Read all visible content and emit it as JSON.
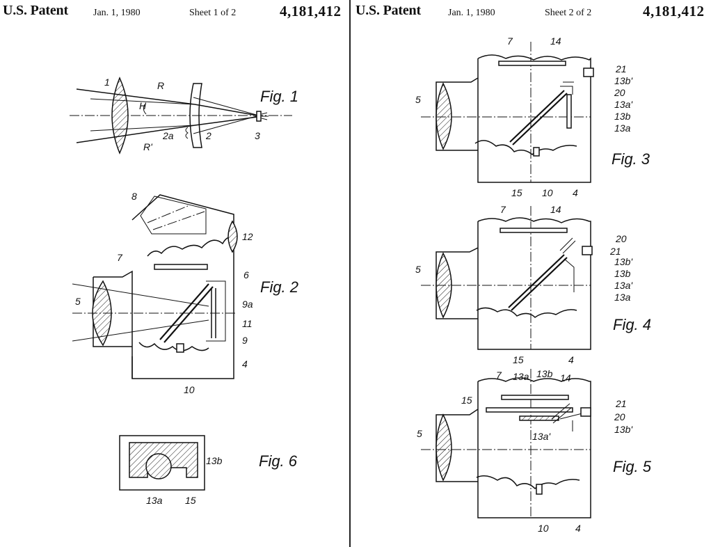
{
  "sheets": [
    {
      "patent_label": "U.S. Patent",
      "date": "Jan. 1, 1980",
      "sheet": "Sheet 1 of 2",
      "patent_number": "4,181,412"
    },
    {
      "patent_label": "U.S. Patent",
      "date": "Jan. 1, 1980",
      "sheet": "Sheet 2 of 2",
      "patent_number": "4,181,412"
    }
  ],
  "figures": {
    "fig1": {
      "caption": "Fig. 1",
      "labels": [
        "1",
        "R",
        "H",
        "R'",
        "2a",
        "2",
        "3"
      ]
    },
    "fig2": {
      "caption": "Fig. 2",
      "labels": [
        "8",
        "12",
        "7",
        "6",
        "5",
        "9a",
        "11",
        "9",
        "4",
        "10"
      ]
    },
    "fig6": {
      "caption": "Fig. 6",
      "labels": [
        "13b",
        "13a",
        "15"
      ]
    },
    "fig3": {
      "caption": "Fig. 3",
      "labels": [
        "7",
        "14",
        "21",
        "13b'",
        "5",
        "20",
        "13a'",
        "13b",
        "13a",
        "15",
        "10",
        "4"
      ]
    },
    "fig4": {
      "caption": "Fig. 4",
      "labels": [
        "7",
        "14",
        "20",
        "21",
        "13b'",
        "5",
        "13b",
        "13a'",
        "13a",
        "15",
        "4"
      ]
    },
    "fig5": {
      "caption": "Fig. 5",
      "labels": [
        "7",
        "13a",
        "13b",
        "14",
        "15",
        "21",
        "20",
        "5",
        "13a'",
        "13b'",
        "10",
        "4"
      ]
    }
  }
}
